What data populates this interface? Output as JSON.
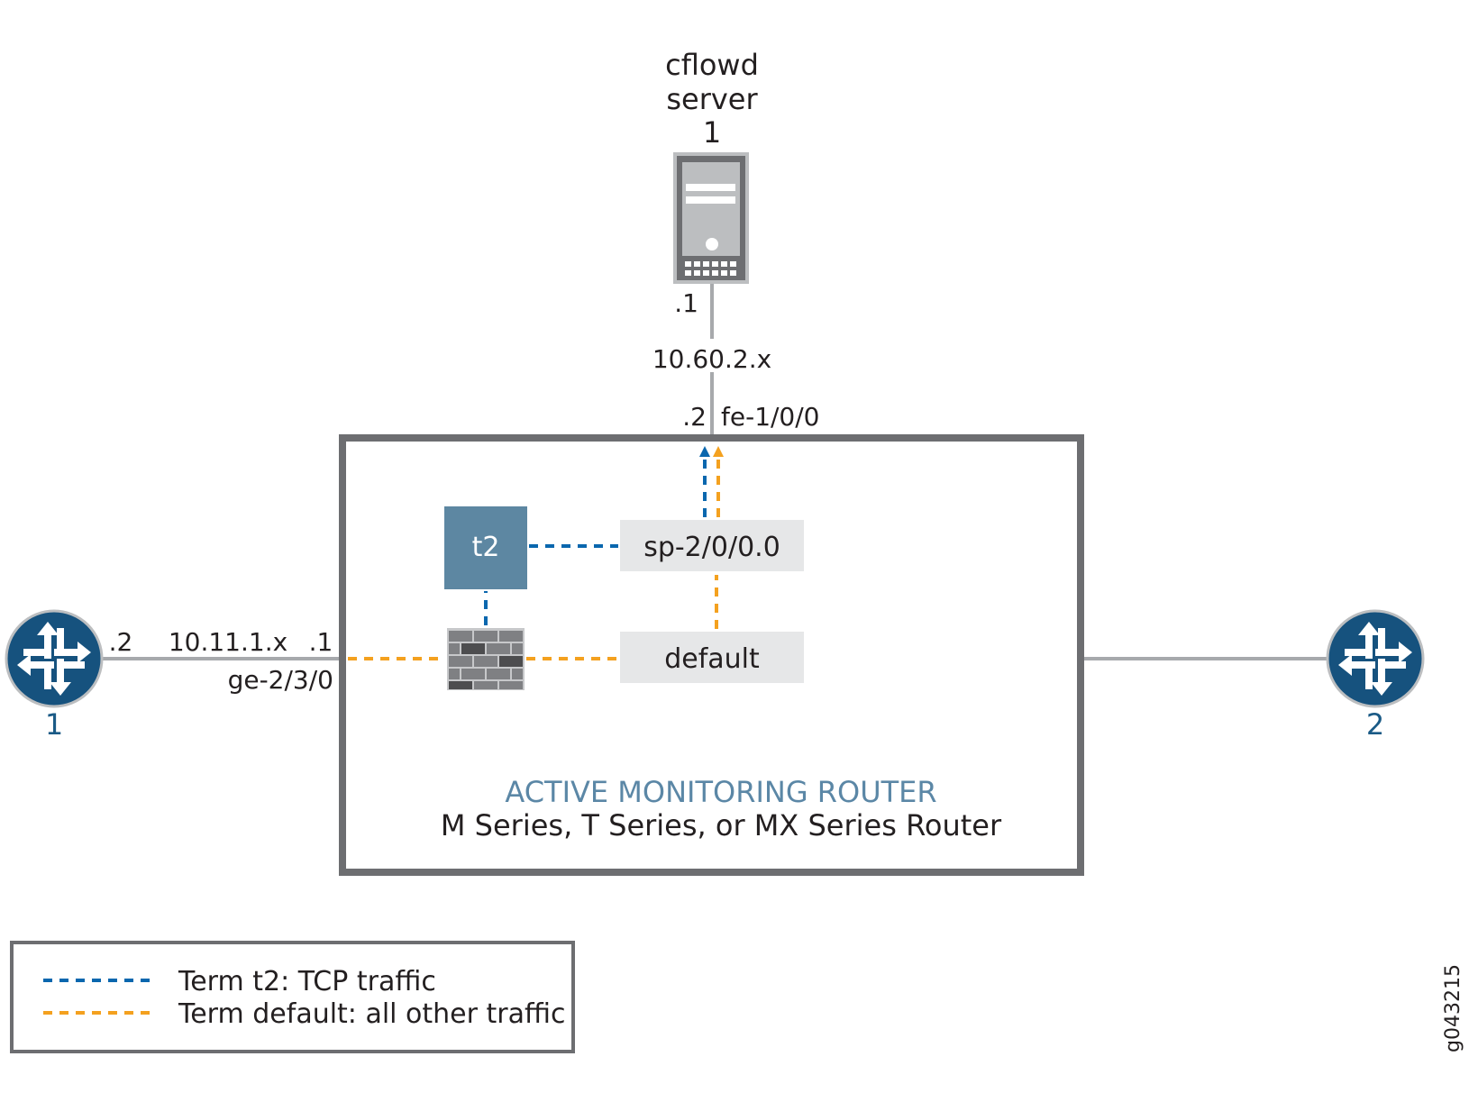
{
  "server": {
    "name_line1": "cflowd",
    "name_line2": "server",
    "number": "1",
    "icon": "server-icon"
  },
  "upstream_link": {
    "server_addr": ".1",
    "subnet": "10.60.2.x",
    "router_addr": ".2",
    "router_interface": "fe-1/0/0"
  },
  "monitoring_router": {
    "title": "ACTIVE MONITORING ROUTER",
    "subtitle": "M Series, T Series, or MX Series Router",
    "term_t2_label": "t2",
    "service_interface": "sp-2/0/0.0",
    "default_term_label": "default",
    "filter_icon": "firewall-icon"
  },
  "left_link": {
    "router_addr": ".2",
    "subnet": "10.11.1.x",
    "monitor_addr": ".1",
    "monitor_interface": "ge-2/3/0"
  },
  "routers": [
    {
      "number": "1",
      "icon": "router-icon"
    },
    {
      "number": "2",
      "icon": "router-icon"
    }
  ],
  "legend": {
    "items": [
      {
        "label": "Term t2: TCP traffic",
        "color": "#0a67ae"
      },
      {
        "label": "Term default: all other traffic",
        "color": "#f4a11f"
      }
    ]
  },
  "figure_id": "g043215",
  "colors": {
    "tcp_blue": "#0a67ae",
    "default_orange": "#f4a11f",
    "router_blue": "#16527e",
    "term_box": "#5d87a2",
    "interface_box": "#e6e7e8",
    "frame_gray": "#6d6e71",
    "link_gray": "#a7a9ac"
  }
}
